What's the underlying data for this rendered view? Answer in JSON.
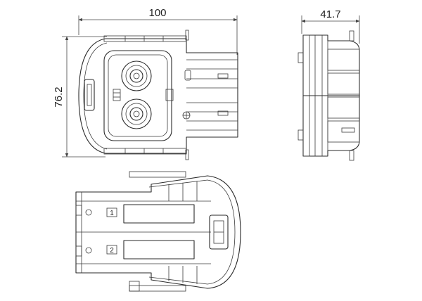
{
  "dimensions": {
    "width": "100",
    "height": "76.2",
    "depth": "41.7"
  },
  "markings": {
    "pin_1": "1",
    "pin_2": "2"
  }
}
